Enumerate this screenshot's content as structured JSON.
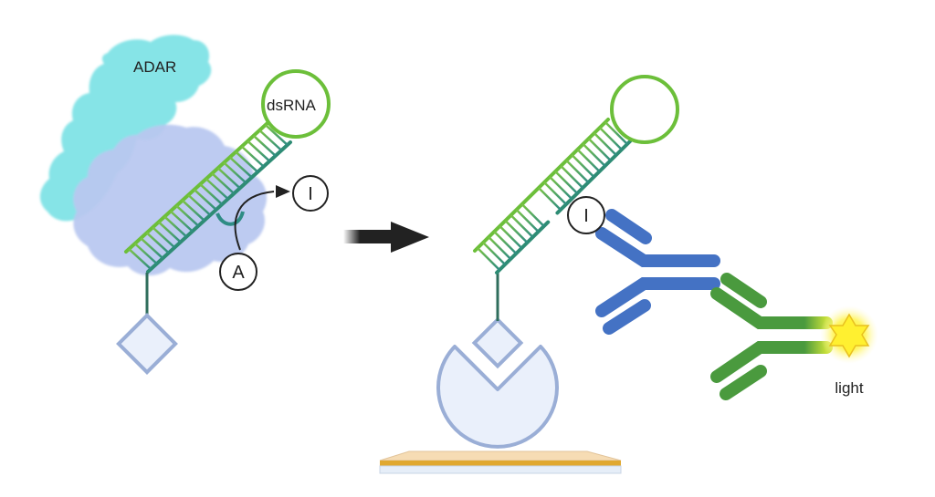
{
  "diagram": {
    "title": "ADAR-mediated A-to-I editing of dsRNA and antibody-based light detection",
    "left_panel": {
      "protein_label": "ADAR",
      "rna_label": "dsRNA",
      "original_base": "A",
      "edited_base": "I"
    },
    "right_panel": {
      "edited_base": "I",
      "signal_label": "light"
    },
    "colors": {
      "adar_top": "#7fe3e6",
      "adar_bottom": "#b9c8f0",
      "rna_light_green": "#6cbf3a",
      "rna_dark_green": "#2e8c74",
      "stem": "#2f6e5c",
      "capture_shape": "#9aaed6",
      "capture_fill": "#eaf0fb",
      "primary_antibody": "#4472c4",
      "secondary_antibody": "#4a9a3e",
      "light_star": "#ffee33",
      "substrate_top": "#f6dcb4",
      "substrate_stripe": "#e0a830",
      "arrow": "#222222"
    }
  }
}
